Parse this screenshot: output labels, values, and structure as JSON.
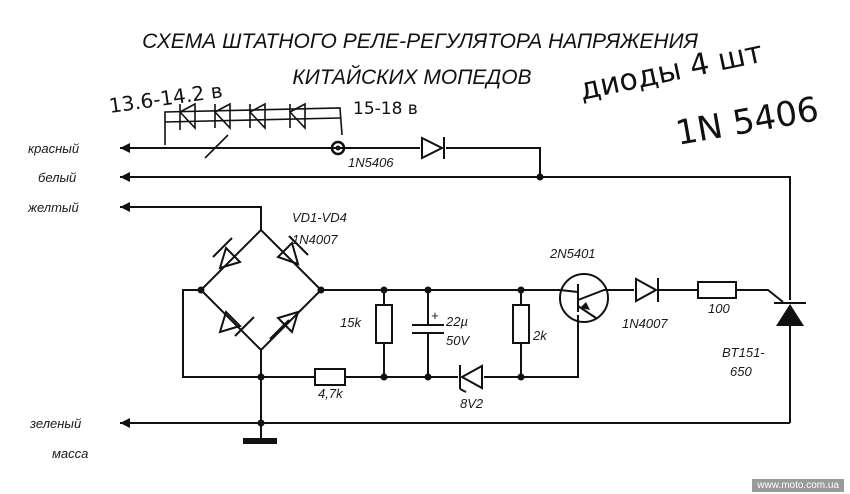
{
  "title": {
    "line1": "СХЕМА ШТАТНОГО РЕЛЕ-РЕГУЛЯТОРА НАПРЯЖЕНИЯ",
    "line2": "КИТАЙСКИХ МОПЕДОВ"
  },
  "handwritten": {
    "voltage_left": "13.6-14.2 в",
    "voltage_right": "15-18 в",
    "note_diodes": "диоды 4 шт",
    "note_part": "1N 5406"
  },
  "wires": {
    "red": "красный",
    "white": "белый",
    "yellow": "желтый",
    "green": "зеленый",
    "ground": "масса"
  },
  "components": {
    "diode_top": "1N5406",
    "bridge": "VD1-VD4",
    "bridge_part": "1N4007",
    "r1": "15k",
    "cap_value": "22µ",
    "cap_voltage": "50V",
    "cap_polarity": "+",
    "r2": "2k",
    "r3": "4,7k",
    "zener": "8V2",
    "transistor": "2N5401",
    "diode_out": "1N4007",
    "r4": "100",
    "thyristor": "BT151-",
    "thyristor_suffix": "650"
  },
  "watermark": "www.moto.com.ua"
}
